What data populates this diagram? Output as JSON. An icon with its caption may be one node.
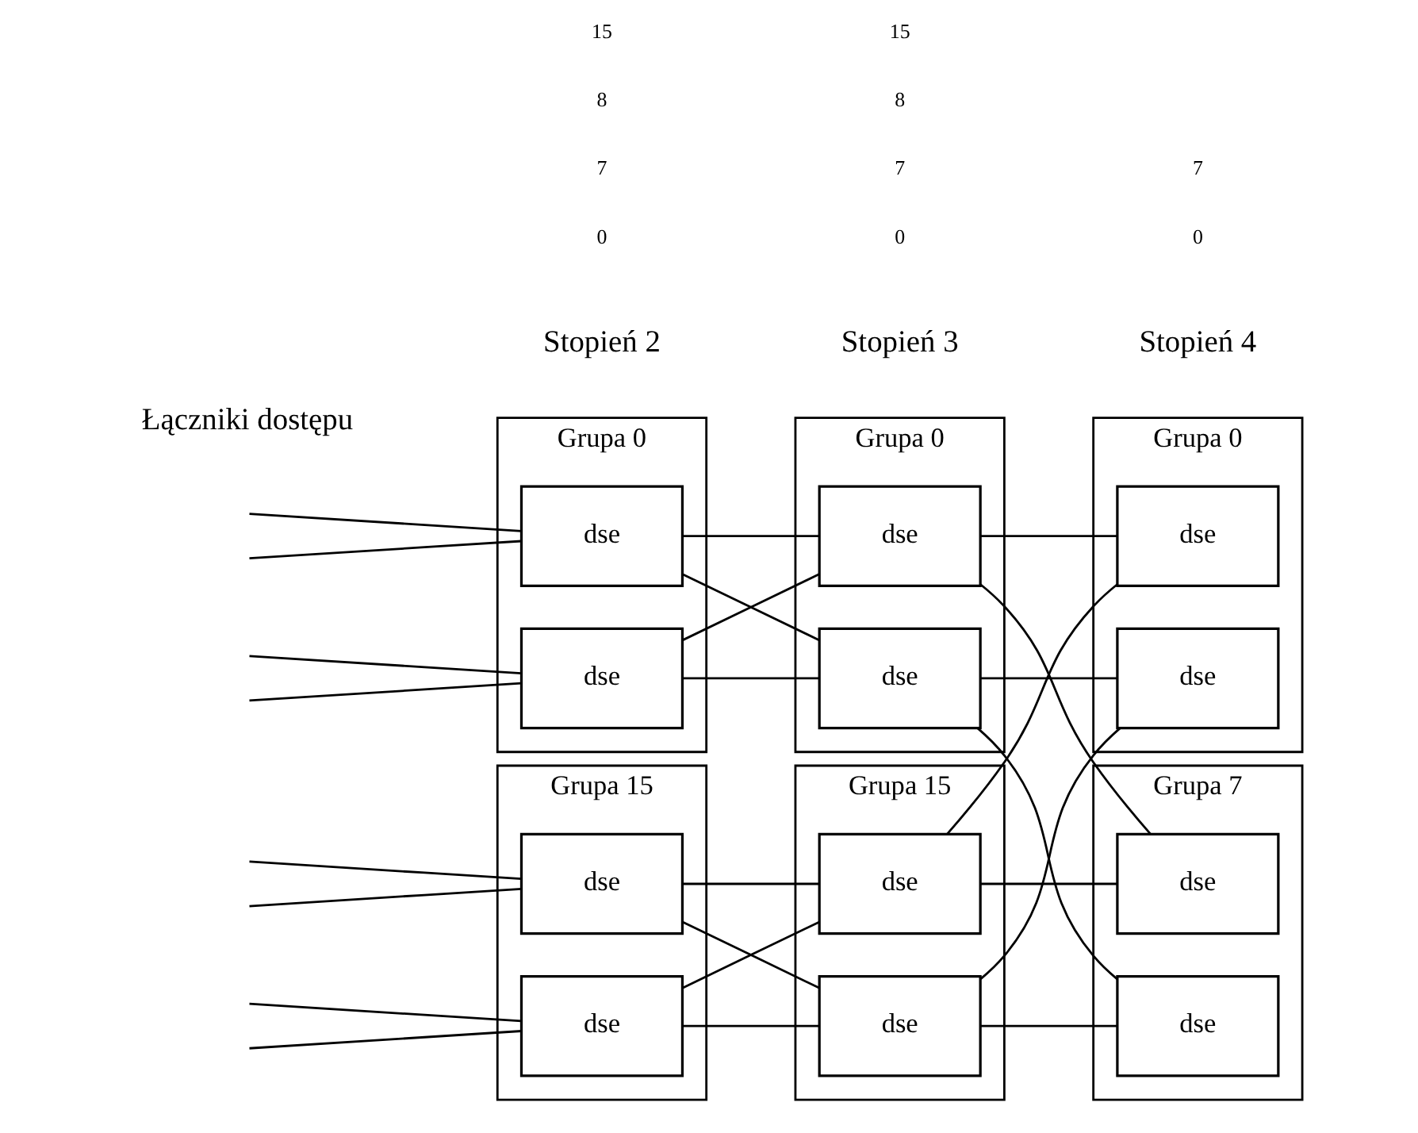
{
  "diagram": {
    "nodes": [
      {
        "text": [
          "Grupa 0"
        ]
      },
      {
        "text": [
          "dse"
        ],
        "in": 0
      },
      {
        "text": [
          "dse"
        ],
        "in": 0
      },
      {
        "text": [
          "Grupa 0"
        ]
      },
      {
        "text": [
          "dse"
        ],
        "in": 3
      },
      {
        "text": [
          "dse"
        ],
        "in": 3
      },
      {
        "text": [
          "Grupa 0"
        ]
      },
      {
        "text": [
          "dse"
        ],
        "in": 6
      },
      {
        "text": [
          "dse"
        ],
        "in": 6
      },
      {
        "text": [
          "Grupa 15"
        ]
      },
      {
        "text": [
          "dse"
        ],
        "in": 9
      },
      {
        "text": [
          "dse"
        ],
        "in": 9
      },
      {
        "text": [
          "Grupa 15"
        ]
      },
      {
        "text": [
          "dse"
        ],
        "in": 12
      },
      {
        "text": [
          "dse"
        ],
        "in": 12
      },
      {
        "text": [
          "Grupa 7"
        ]
      },
      {
        "text": [
          "dse"
        ],
        "in": 15
      },
      {
        "text": [
          "dse"
        ],
        "in": 15
      }
    ],
    "edges": [
      {
        "from": null,
        "to": 1,
        "arrow": "none"
      },
      {
        "from": null,
        "to": 1,
        "arrow": "none"
      },
      {
        "from": null,
        "to": 2,
        "arrow": "none"
      },
      {
        "from": null,
        "to": 2,
        "arrow": "none"
      },
      {
        "from": null,
        "to": 10,
        "arrow": "none"
      },
      {
        "from": null,
        "to": 10,
        "arrow": "none"
      },
      {
        "from": null,
        "to": 11,
        "arrow": "none"
      },
      {
        "from": null,
        "to": 11,
        "arrow": "none"
      },
      {
        "from": 1,
        "to": 4,
        "arrow": "none"
      },
      {
        "from": 1,
        "to": 5,
        "arrow": "none"
      },
      {
        "from": 2,
        "to": 4,
        "arrow": "none"
      },
      {
        "from": 2,
        "to": 5,
        "arrow": "none"
      },
      {
        "from": 10,
        "to": 13,
        "arrow": "none"
      },
      {
        "from": 10,
        "to": 14,
        "arrow": "none"
      },
      {
        "from": 11,
        "to": 13,
        "arrow": "none"
      },
      {
        "from": 11,
        "to": 14,
        "arrow": "none"
      },
      {
        "from": 4,
        "to": 7,
        "arrow": "none"
      },
      {
        "from": 4,
        "to": 16,
        "arrow": "none"
      },
      {
        "from": 5,
        "to": 8,
        "arrow": "none"
      },
      {
        "from": 5,
        "to": 17,
        "arrow": "none"
      },
      {
        "from": 13,
        "to": 7,
        "arrow": "none"
      },
      {
        "from": 13,
        "to": 16,
        "arrow": "none"
      },
      {
        "from": 14,
        "to": 8,
        "arrow": "none"
      },
      {
        "from": 14,
        "to": 17,
        "arrow": "none"
      }
    ],
    "labels": [
      "Łączniki dostępu",
      "Stopień 2",
      "Stopień 3",
      "Stopień 4",
      "0",
      "7",
      "8",
      "15",
      "0",
      "7",
      "8",
      "15",
      "0",
      "7"
    ]
  }
}
